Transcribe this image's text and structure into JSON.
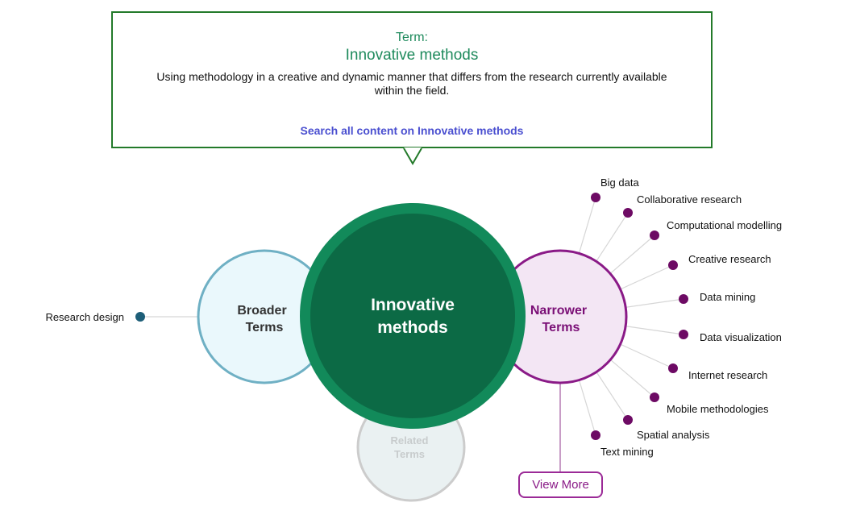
{
  "tooltip": {
    "term_label": "Term:",
    "term_name": "Innovative methods",
    "description": "Using methodology in a creative and dynamic manner that differs from the research currently available within the field.",
    "search_link": "Search all content on Innovative methods"
  },
  "center": {
    "line1": "Innovative",
    "line2": "methods"
  },
  "broader": {
    "line1": "Broader",
    "line2": "Terms",
    "terms": [
      "Research design"
    ]
  },
  "narrower": {
    "line1": "Narrower",
    "line2": "Terms",
    "terms": [
      "Big data",
      "Collaborative research",
      "Computational modelling",
      "Creative research",
      "Data mining",
      "Data visualization",
      "Internet research",
      "Mobile methodologies",
      "Spatial analysis",
      "Text mining"
    ],
    "view_more": "View More"
  },
  "related": {
    "line1": "Related",
    "line2": "Terms"
  },
  "colors": {
    "center_outer": "#128a5a",
    "center_inner": "#0c6a45",
    "broader_stroke": "#6fb0c4",
    "broader_fill": "#eaf8fc",
    "broader_dot": "#1d5e78",
    "narrower_stroke": "#8a1a87",
    "narrower_fill": "#f3e6f4",
    "narrower_dot": "#6d0a64",
    "related_stroke": "#cccccc",
    "related_fill": "#eaf1f2",
    "related_text": "#c8cccd",
    "tooltip_border": "#237a2a",
    "link": "#4a4fd0"
  }
}
